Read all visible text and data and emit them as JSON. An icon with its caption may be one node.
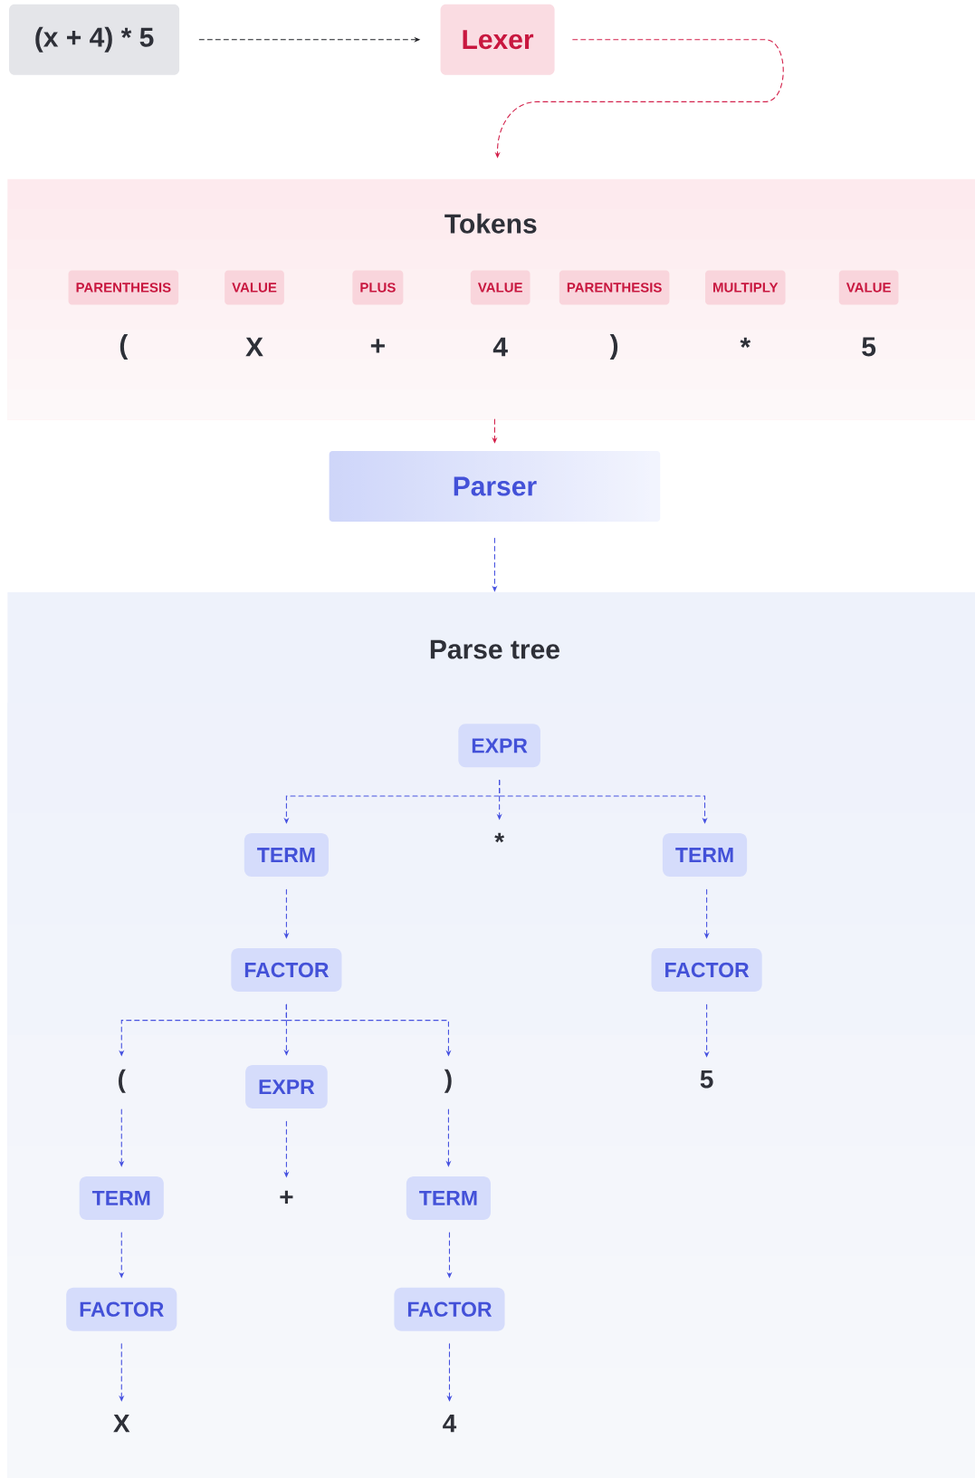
{
  "diagram": {
    "nodes": [
      {
        "text": [
          "(x + 4) * 5"
        ]
      },
      {
        "text": [
          "Lexer"
        ]
      },
      {
        "text": [
          "Tokens"
        ]
      },
      {
        "text": [
          "PARENTHESIS"
        ],
        "in": 2,
        "beside": [
          "("
        ]
      },
      {
        "text": [
          "VALUE"
        ],
        "in": 2,
        "beside": [
          "X"
        ]
      },
      {
        "text": [
          "PLUS"
        ],
        "in": 2,
        "beside": [
          "+"
        ]
      },
      {
        "text": [
          "VALUE"
        ],
        "in": 2,
        "beside": [
          "4"
        ]
      },
      {
        "text": [
          "PARENTHESIS"
        ],
        "in": 2,
        "beside": [
          ")"
        ]
      },
      {
        "text": [
          "MULTIPLY"
        ],
        "in": 2,
        "beside": [
          "*"
        ]
      },
      {
        "text": [
          "VALUE"
        ],
        "in": 2,
        "beside": [
          "5"
        ]
      },
      {
        "text": [
          "Parser"
        ]
      },
      {
        "text": [
          "Parse tree"
        ]
      },
      {
        "text": [
          "EXPR"
        ],
        "in": 11
      },
      {
        "text": [
          "TERM"
        ],
        "in": 11
      },
      {
        "text": [
          "*"
        ],
        "in": 11
      },
      {
        "text": [
          "TERM"
        ],
        "in": 11
      },
      {
        "text": [
          "FACTOR"
        ],
        "in": 11
      },
      {
        "text": [
          "FACTOR"
        ],
        "in": 11
      },
      {
        "text": [
          "("
        ],
        "in": 11
      },
      {
        "text": [
          "EXPR"
        ],
        "in": 11
      },
      {
        "text": [
          ")"
        ],
        "in": 11
      },
      {
        "text": [
          "5"
        ],
        "in": 11
      },
      {
        "text": [
          "TERM"
        ],
        "in": 11
      },
      {
        "text": [
          "+"
        ],
        "in": 11
      },
      {
        "text": [
          "TERM"
        ],
        "in": 11
      },
      {
        "text": [
          "FACTOR"
        ],
        "in": 11
      },
      {
        "text": [
          "FACTOR"
        ],
        "in": 11
      },
      {
        "text": [
          "X"
        ],
        "in": 11
      },
      {
        "text": [
          "4"
        ],
        "in": 11
      }
    ],
    "edges": [
      {
        "from": 0,
        "to": 1,
        "arrow": "to",
        "style": "dashed",
        "color": "#1f2024"
      },
      {
        "from": 1,
        "to": 2,
        "arrow": "to",
        "style": "dashed",
        "color": "#d3214b"
      },
      {
        "from": 2,
        "to": 10,
        "arrow": "to",
        "style": "dashed",
        "color": "#d3214b"
      },
      {
        "from": 10,
        "to": 11,
        "arrow": "to",
        "style": "dashed"
      },
      {
        "from": 12,
        "to": 13,
        "arrow": "to",
        "style": "dashed"
      },
      {
        "from": 12,
        "to": 14,
        "arrow": "to",
        "style": "dashed"
      },
      {
        "from": 12,
        "to": 15,
        "arrow": "to",
        "style": "dashed"
      },
      {
        "from": 13,
        "to": 16,
        "arrow": "to",
        "style": "dashed"
      },
      {
        "from": 15,
        "to": 17,
        "arrow": "to",
        "style": "dashed"
      },
      {
        "from": 16,
        "to": 18,
        "arrow": "to",
        "style": "dashed"
      },
      {
        "from": 16,
        "to": 19,
        "arrow": "to",
        "style": "dashed"
      },
      {
        "from": 16,
        "to": 20,
        "arrow": "to",
        "style": "dashed"
      },
      {
        "from": 17,
        "to": 21,
        "arrow": "to",
        "style": "dashed"
      },
      {
        "from": 18,
        "to": 22,
        "arrow": "to",
        "style": "dashed"
      },
      {
        "from": 19,
        "to": 23,
        "arrow": "to",
        "style": "dashed"
      },
      {
        "from": 20,
        "to": 24,
        "arrow": "to",
        "style": "dashed"
      },
      {
        "from": 22,
        "to": 25,
        "arrow": "to",
        "style": "dashed"
      },
      {
        "from": 24,
        "to": 26,
        "arrow": "to",
        "style": "dashed"
      },
      {
        "from": 25,
        "to": 27,
        "arrow": "to",
        "style": "dashed"
      },
      {
        "from": 26,
        "to": 28,
        "arrow": "to",
        "style": "dashed"
      }
    ]
  }
}
